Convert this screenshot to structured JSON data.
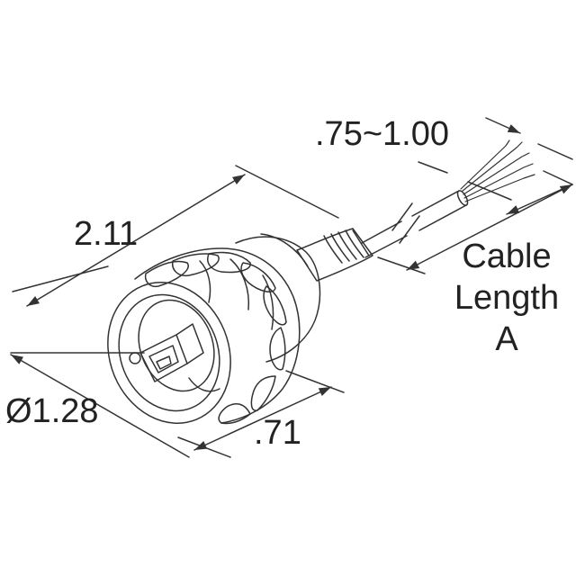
{
  "dimensions": {
    "stripped_length": ".75~1.00",
    "overall_length": "2.11",
    "diameter": "Ø1.28",
    "nut_width": ".71"
  },
  "cable_label": {
    "line1": "Cable",
    "line2": "Length",
    "line3": "A"
  },
  "colors": {
    "line": "#333333",
    "text": "#222222",
    "background": "#ffffff"
  }
}
